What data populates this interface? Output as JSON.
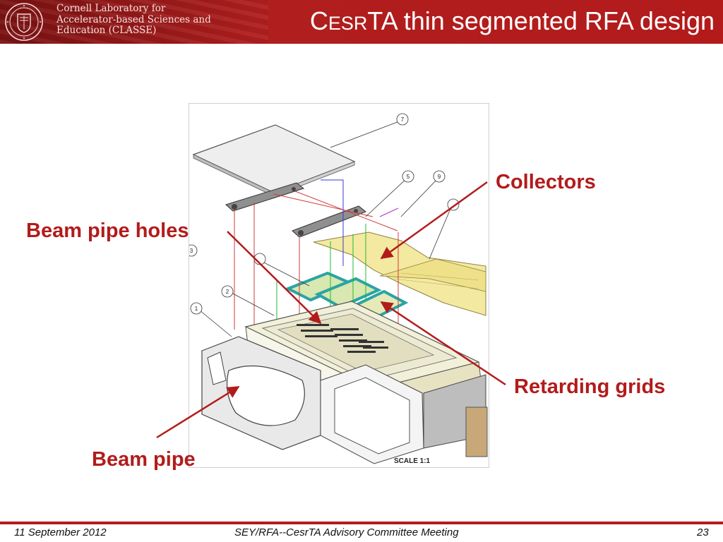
{
  "header": {
    "org_lines": [
      "Cornell Laboratory for",
      "Accelerator-based Sciences and",
      "Education (CLASSE)"
    ],
    "title_cap": "C",
    "title_smallcaps": "ESR",
    "title_rest": "TA thin segmented RFA design"
  },
  "figure": {
    "scale_label": "SCALE 1:1",
    "part_numbers": [
      "7",
      "5",
      "9",
      "3",
      "2",
      "1"
    ]
  },
  "callouts": {
    "collectors": "Collectors",
    "beam_pipe_holes": "Beam pipe holes",
    "retarding_grids": "Retarding grids",
    "beam_pipe": "Beam pipe"
  },
  "footer": {
    "date": "11 September 2012",
    "meeting": "SEY/RFA--CesrTA Advisory Committee Meeting",
    "page": "23"
  },
  "colors": {
    "brand_red": "#b31b1b",
    "callout_red": "#b31b1b",
    "grid_cyan": "#3cc7c7",
    "flex_yellow": "#f3e9a0"
  }
}
